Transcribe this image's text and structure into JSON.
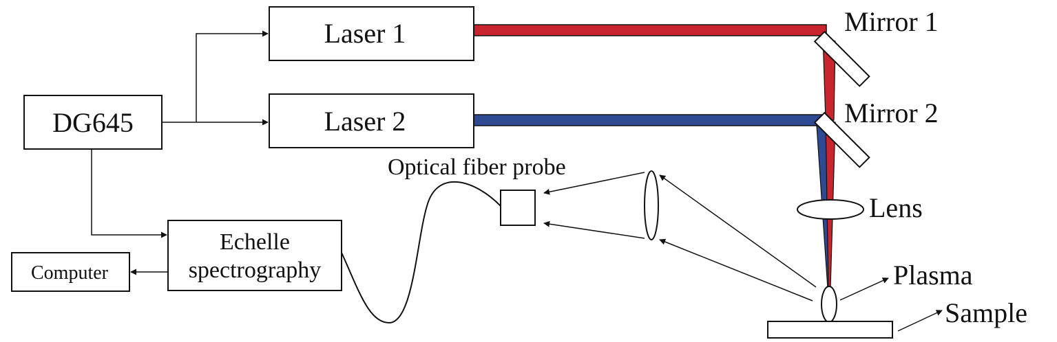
{
  "colors": {
    "laser1_beam": "#c8252f",
    "laser2_beam": "#2d4a92",
    "stroke": "#111111"
  },
  "components": {
    "dg645": "DG645",
    "laser1": "Laser 1",
    "laser2": "Laser 2",
    "echelle_line1": "Echelle",
    "echelle_line2": "spectrography",
    "computer": "Computer"
  },
  "labels": {
    "mirror1": "Mirror 1",
    "mirror2": "Mirror 2",
    "lens": "Lens",
    "plasma": "Plasma",
    "sample": "Sample",
    "fiber_probe": "Optical fiber probe"
  }
}
